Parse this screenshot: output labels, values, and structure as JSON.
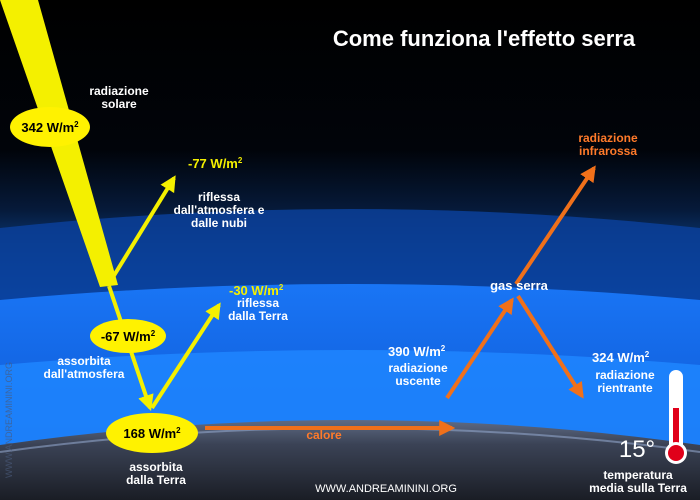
{
  "title": "Come funziona l'effetto serra",
  "unit": "W/m",
  "unit_sup": "2",
  "solar": {
    "label_line1": "radiazione",
    "label_line2": "solare",
    "value": "342"
  },
  "reflected_atmosphere": {
    "value": "-77",
    "line1": "riflessa",
    "line2": "dall'atmosfera e",
    "line3": "dalle nubi"
  },
  "absorbed_atmosphere": {
    "value": "-67",
    "line1": "assorbita",
    "line2": "dall'atmosfera"
  },
  "reflected_earth": {
    "value": "-30",
    "line1": "riflessa",
    "line2": "dalla Terra"
  },
  "absorbed_earth": {
    "value": "168",
    "line1": "assorbita",
    "line2": "dalla Terra"
  },
  "heat": {
    "label": "calore"
  },
  "greenhouse_gas": {
    "label": "gas serra"
  },
  "outgoing": {
    "value": "390",
    "line1": "radiazione",
    "line2": "uscente"
  },
  "infrared": {
    "line1": "radiazione",
    "line2": "infrarossa"
  },
  "returning": {
    "value": "324",
    "line1": "radiazione",
    "line2": "rientrante"
  },
  "temperature": {
    "value": "15°",
    "line1": "temperatura",
    "line2": "media sulla Terra"
  },
  "watermark_bottom": "WWW.ANDREAMININI.ORG",
  "watermark_side": "WWW.ANDREAMININI.ORG",
  "colors": {
    "solar": "#f4f000",
    "infrared": "#f0701a",
    "label_infrared": "#ff7a2a",
    "ellipse": "#fff200"
  }
}
